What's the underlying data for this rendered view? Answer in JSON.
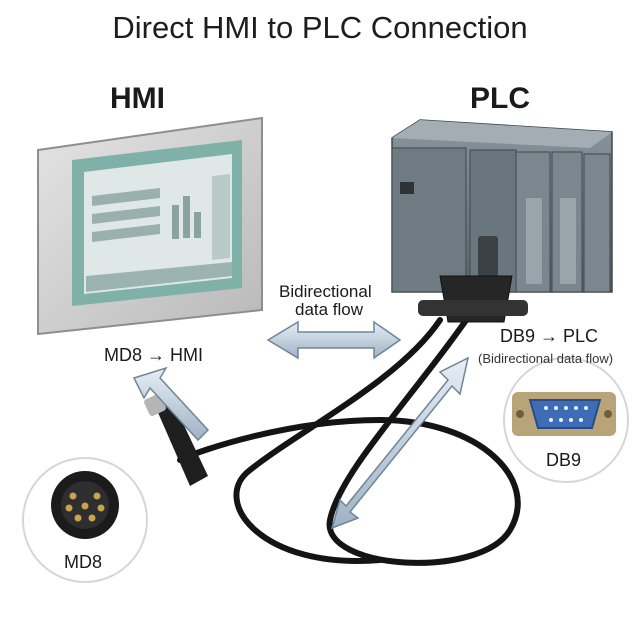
{
  "title": "Direct HMI to PLC Connection",
  "devices": {
    "hmi_label": "HMI",
    "plc_label": "PLC"
  },
  "flow": {
    "line1": "Bidirectional",
    "line2": "data flow"
  },
  "connectors": {
    "md8_end": "MD8 → HMI",
    "db9_end": "DB9 → PLC",
    "db9_note": "(Bidirectional data flow)",
    "md8_inset": "MD8",
    "db9_inset": "DB9"
  }
}
